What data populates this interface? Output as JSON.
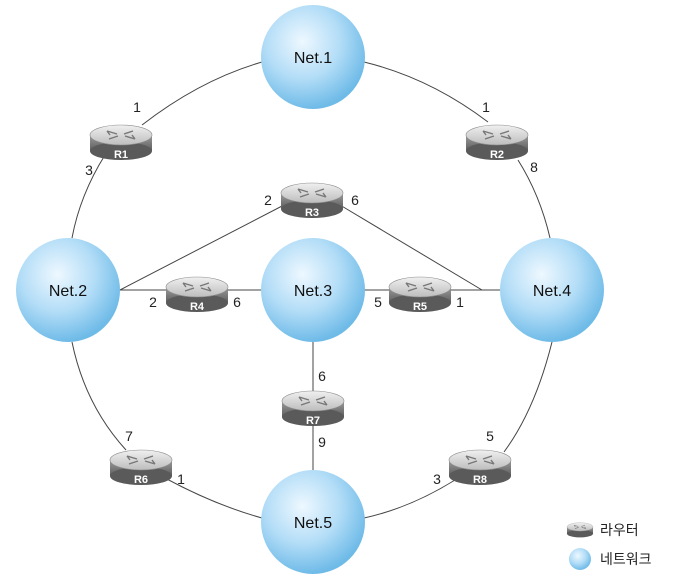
{
  "networks": [
    {
      "id": "net1",
      "label": "Net.1"
    },
    {
      "id": "net2",
      "label": "Net.2"
    },
    {
      "id": "net3",
      "label": "Net.3"
    },
    {
      "id": "net4",
      "label": "Net.4"
    },
    {
      "id": "net5",
      "label": "Net.5"
    }
  ],
  "routers": [
    {
      "id": "r1",
      "label": "R1"
    },
    {
      "id": "r2",
      "label": "R2"
    },
    {
      "id": "r3",
      "label": "R3"
    },
    {
      "id": "r4",
      "label": "R4"
    },
    {
      "id": "r5",
      "label": "R5"
    },
    {
      "id": "r6",
      "label": "R6"
    },
    {
      "id": "r7",
      "label": "R7"
    },
    {
      "id": "r8",
      "label": "R8"
    }
  ],
  "costs": {
    "r1_net1": "1",
    "r1_net2": "3",
    "r2_net1": "1",
    "r2_net4": "8",
    "r3_net2": "2",
    "r3_net4": "6",
    "r4_net2": "2",
    "r4_net3": "6",
    "r5_net3": "5",
    "r5_net4": "1",
    "r6_net2": "7",
    "r6_net5": "1",
    "r7_net3": "6",
    "r7_net5": "9",
    "r8_net4": "5",
    "r8_net5": "3"
  },
  "legend": {
    "router_label": "라우터",
    "network_label": "네트워크"
  },
  "colors": {
    "network_fill_center": "#e8f6ff",
    "network_fill_edge": "#7cc4ee",
    "router_top": "#d9d9d9",
    "router_body": "#8a8a8a",
    "link": "#444444"
  }
}
